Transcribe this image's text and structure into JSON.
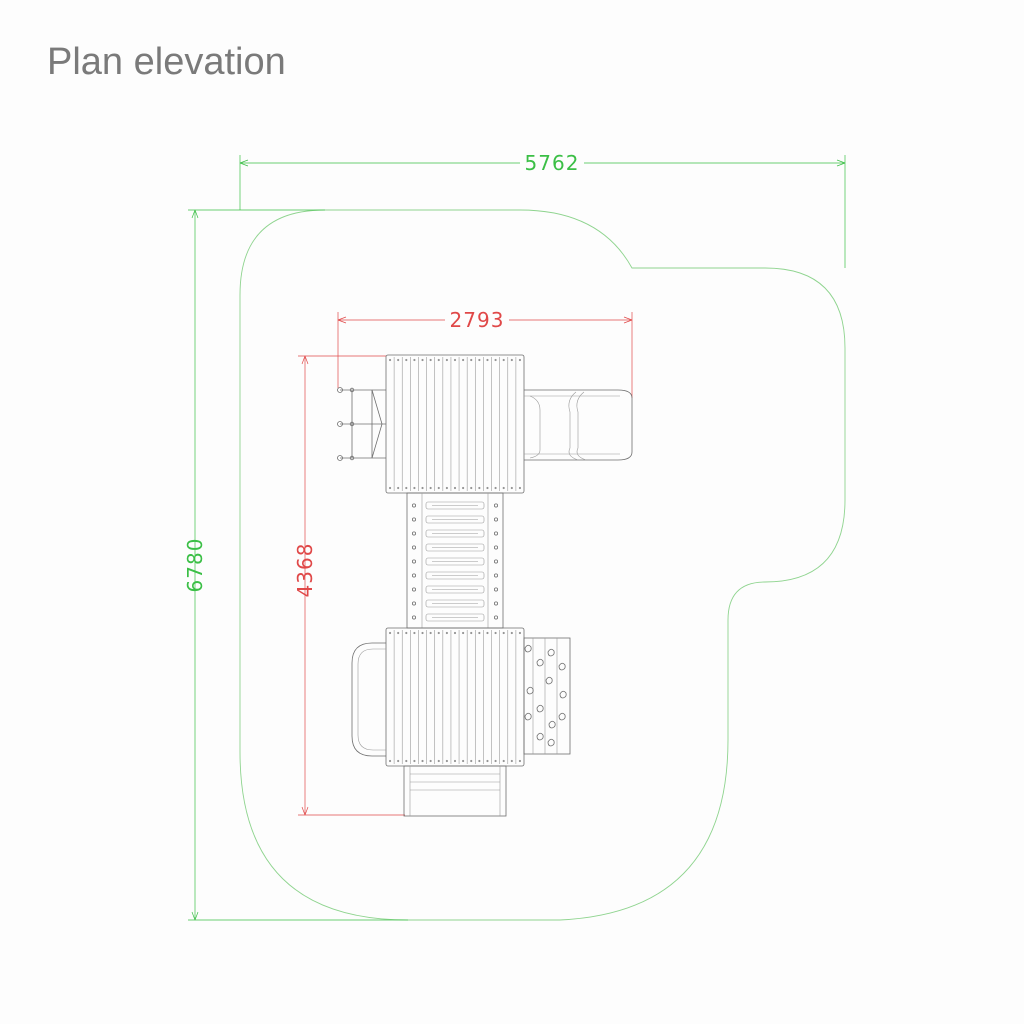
{
  "title": "Plan elevation",
  "colors": {
    "overall_dimension": "#3bbf46",
    "equipment_dimension": "#e04848",
    "safety_zone": "#8fd48f",
    "linework": "#6e6e6e",
    "title": "#7a7a7a"
  },
  "dimensions": {
    "overall_width": "5762",
    "overall_depth": "6780",
    "equipment_width": "2793",
    "equipment_depth": "4368"
  }
}
